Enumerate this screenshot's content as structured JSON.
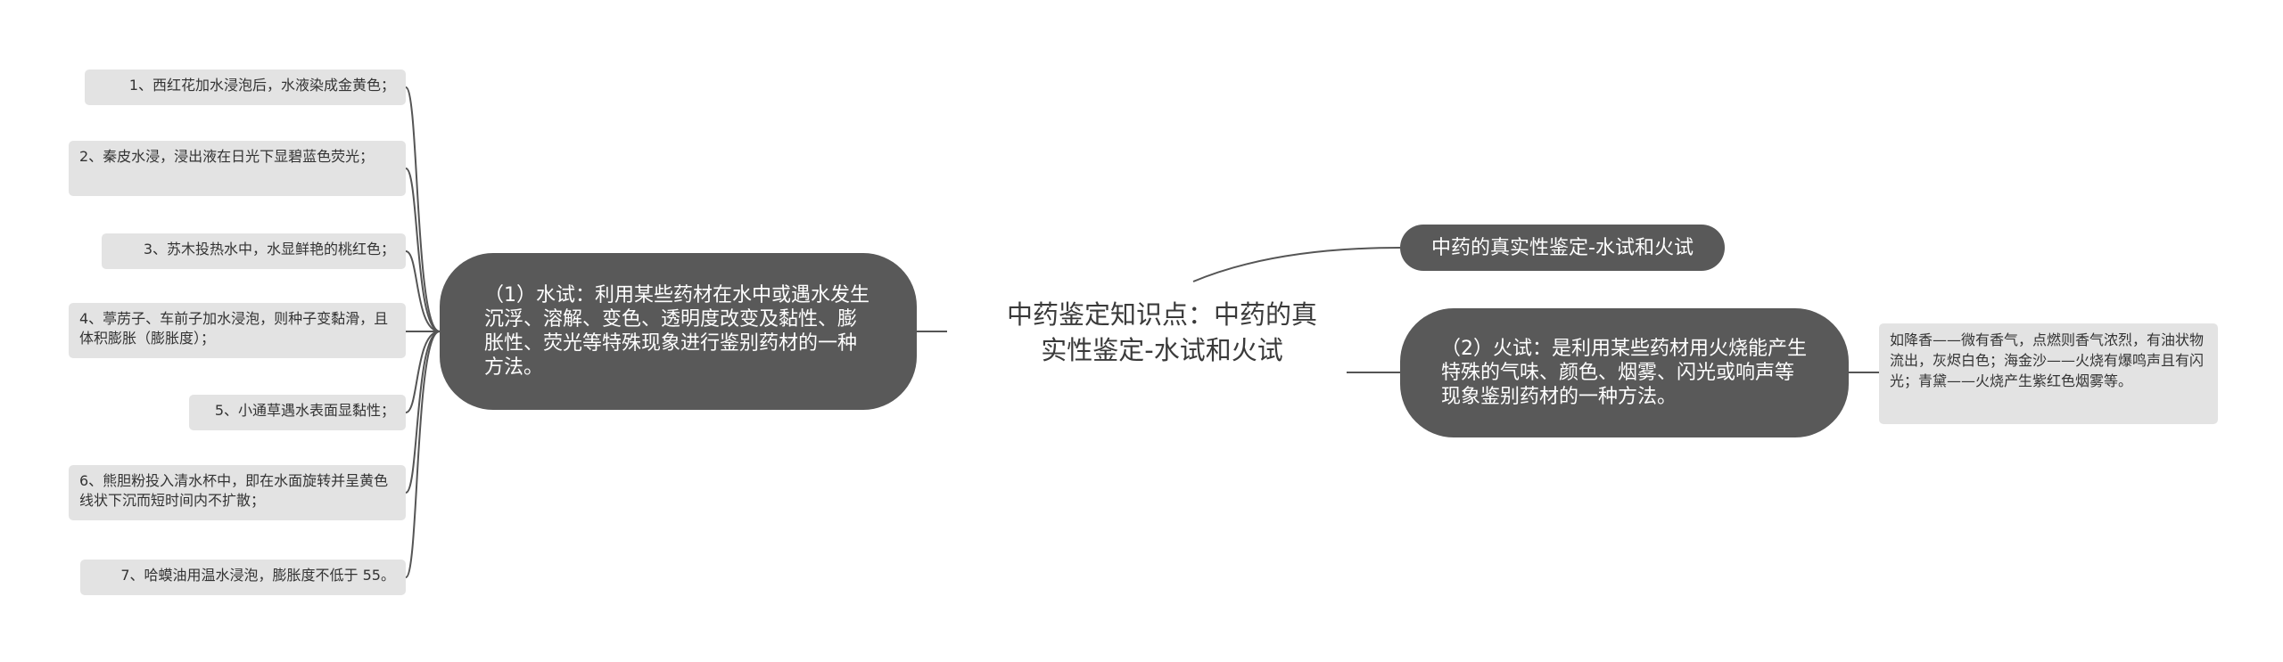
{
  "central_topic": "中药鉴定知识点：中药的真实性鉴定-水试和火试",
  "title_node": "中药的真实性鉴定-水试和火试",
  "water_test": {
    "label": "（1）水试：利用某些药材在水中或遇水发生沉浮、溶解、变色、透明度改变及黏性、膨胀性、荧光等特殊现象进行鉴别药材的一种方法。",
    "items": [
      "1、西红花加水浸泡后，水液染成金黄色；",
      "2、秦皮水浸，浸出液在日光下显碧蓝色荧光；",
      "3、苏木投热水中，水显鲜艳的桃红色；",
      "4、葶苈子、车前子加水浸泡，则种子变黏滑，且体积膨胀（膨胀度）；",
      "5、小通草遇水表面显黏性；",
      "6、熊胆粉投入清水杯中，即在水面旋转并呈黄色线状下沉而短时间内不扩散；",
      "7、哈蟆油用温水浸泡，膨胀度不低于 55。"
    ]
  },
  "fire_test": {
    "label": "（2）火试：是利用某些药材用火烧能产生特殊的气味、颜色、烟雾、闪光或响声等现象鉴别药材的一种方法。",
    "items": [
      "如降香——微有香气，点燃则香气浓烈，有油状物流出，灰烬白色；海金沙——火烧有爆鸣声且有闪光；青黛——火烧产生紫红色烟雾等。"
    ]
  },
  "colors": {
    "branch_fill": "#595959",
    "leaf_fill": "#e3e3e3",
    "connector": "#555555"
  }
}
